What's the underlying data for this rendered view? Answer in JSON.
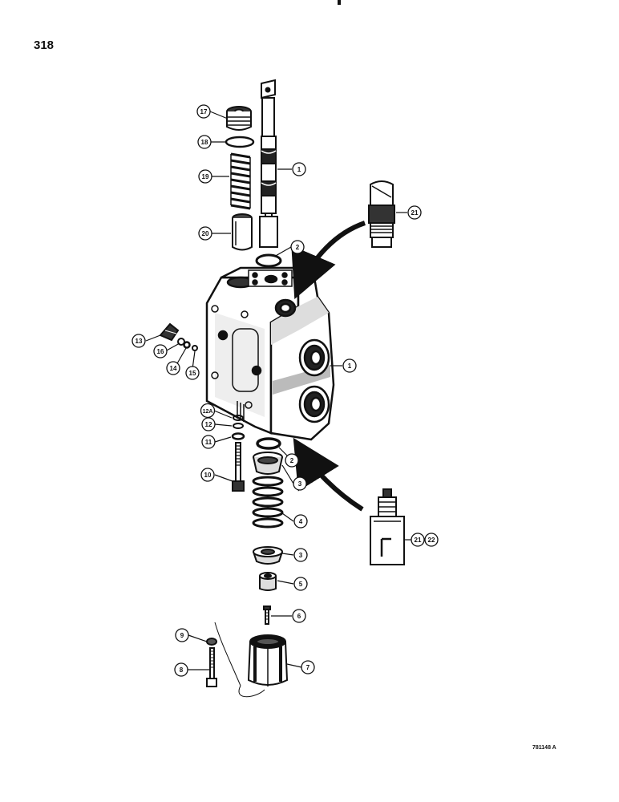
{
  "page": {
    "number": "318",
    "drawing_id": "781148 A"
  },
  "callouts": [
    "1",
    "2",
    "3",
    "4",
    "5",
    "6",
    "7",
    "8",
    "9",
    "10",
    "11",
    "12",
    "12A",
    "13",
    "14",
    "15",
    "16",
    "17",
    "18",
    "19",
    "20",
    "21",
    "22"
  ]
}
